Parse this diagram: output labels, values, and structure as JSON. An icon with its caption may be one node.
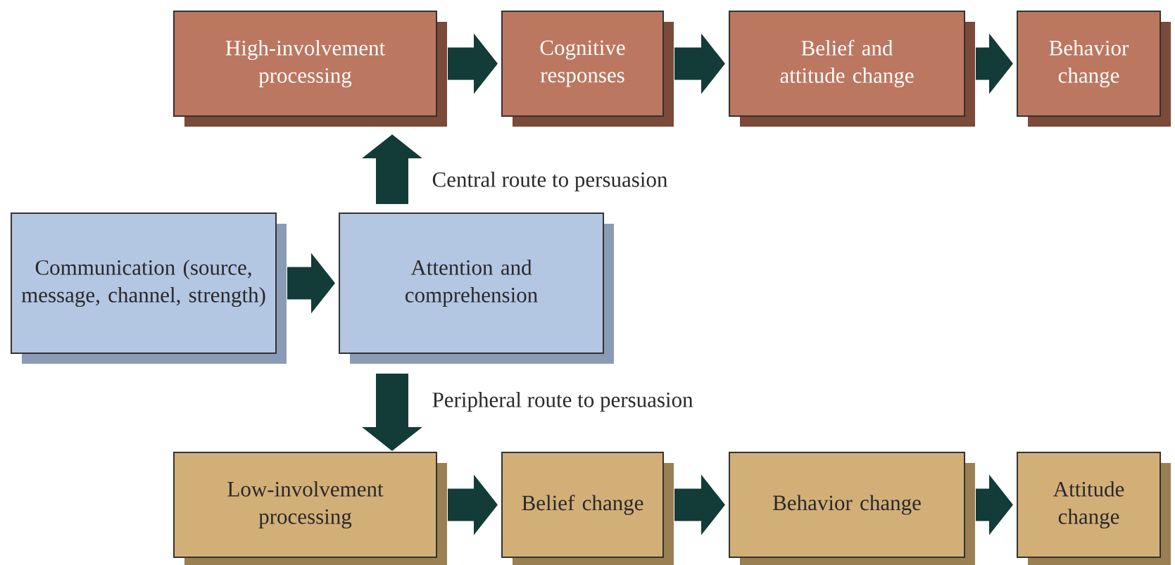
{
  "diagram": {
    "nodes": [
      {
        "text": [
          "High-involvement processing"
        ]
      },
      {
        "text": [
          "Cognitive responses"
        ]
      },
      {
        "text": [
          "Belief and attitude change"
        ]
      },
      {
        "text": [
          "Behavior change"
        ]
      },
      {
        "text": [
          "Communication (source, message, channel, strength)"
        ]
      },
      {
        "text": [
          "Attention and comprehension"
        ]
      },
      {
        "text": [
          "Low-involvement processing"
        ]
      },
      {
        "text": [
          "Belief change"
        ]
      },
      {
        "text": [
          "Behavior change"
        ]
      },
      {
        "text": [
          "Attitude change"
        ]
      }
    ],
    "edges": [
      {
        "from": 4,
        "to": 5,
        "arrow": "to"
      },
      {
        "from": 5,
        "to": 0,
        "arrow": "to",
        "label": "Central route to persuasion"
      },
      {
        "from": 5,
        "to": 6,
        "arrow": "to",
        "label": "Peripheral route to persuasion"
      },
      {
        "from": 0,
        "to": 1,
        "arrow": "to"
      },
      {
        "from": 1,
        "to": 2,
        "arrow": "to"
      },
      {
        "from": 2,
        "to": 3,
        "arrow": "to"
      },
      {
        "from": 6,
        "to": 7,
        "arrow": "to"
      },
      {
        "from": 7,
        "to": 8,
        "arrow": "to"
      },
      {
        "from": 8,
        "to": 9,
        "arrow": "to"
      }
    ]
  }
}
